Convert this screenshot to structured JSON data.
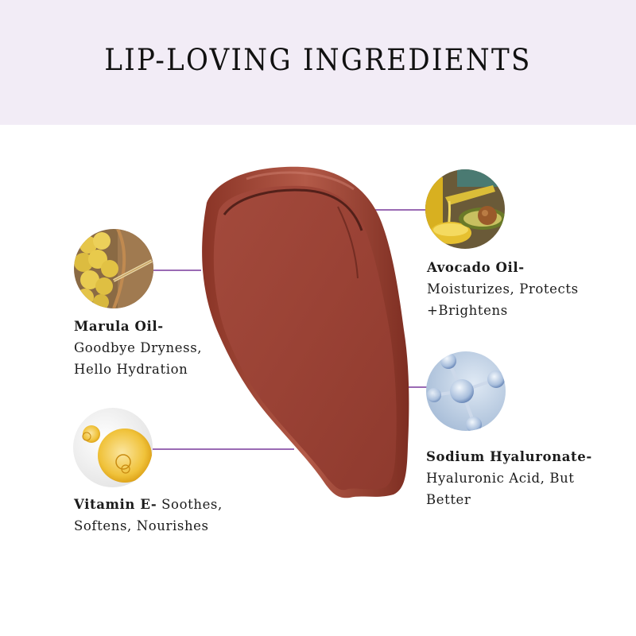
{
  "header": {
    "title": "LIP-LOVING INGREDIENTS",
    "background": "#f2ecf6"
  },
  "swatch": {
    "label": "lipstick-swatch",
    "color": "#9c4436"
  },
  "connector_color": "#9a6ab4",
  "ingredients": [
    {
      "id": "marula-oil",
      "name": "Marula Oil-",
      "lines": [
        "Goodbye Dryness,",
        "Hello Hydration"
      ],
      "image": "marula-fruit-with-dropper-icon"
    },
    {
      "id": "vitamin-e",
      "name": "Vitamin E-",
      "inline_desc": " Soothes,",
      "lines": [
        "Softens, Nourishes"
      ],
      "image": "oil-bubbles-icon"
    },
    {
      "id": "avocado-oil",
      "name": "Avocado Oil-",
      "lines": [
        "Moisturizes, Protects",
        "+Brightens"
      ],
      "image": "avocado-oil-pour-icon"
    },
    {
      "id": "sodium-hyaluronate",
      "name": "Sodium Hyaluronate-",
      "lines": [
        "Hyaluronic Acid, But",
        "Better"
      ],
      "image": "molecule-icon"
    }
  ]
}
